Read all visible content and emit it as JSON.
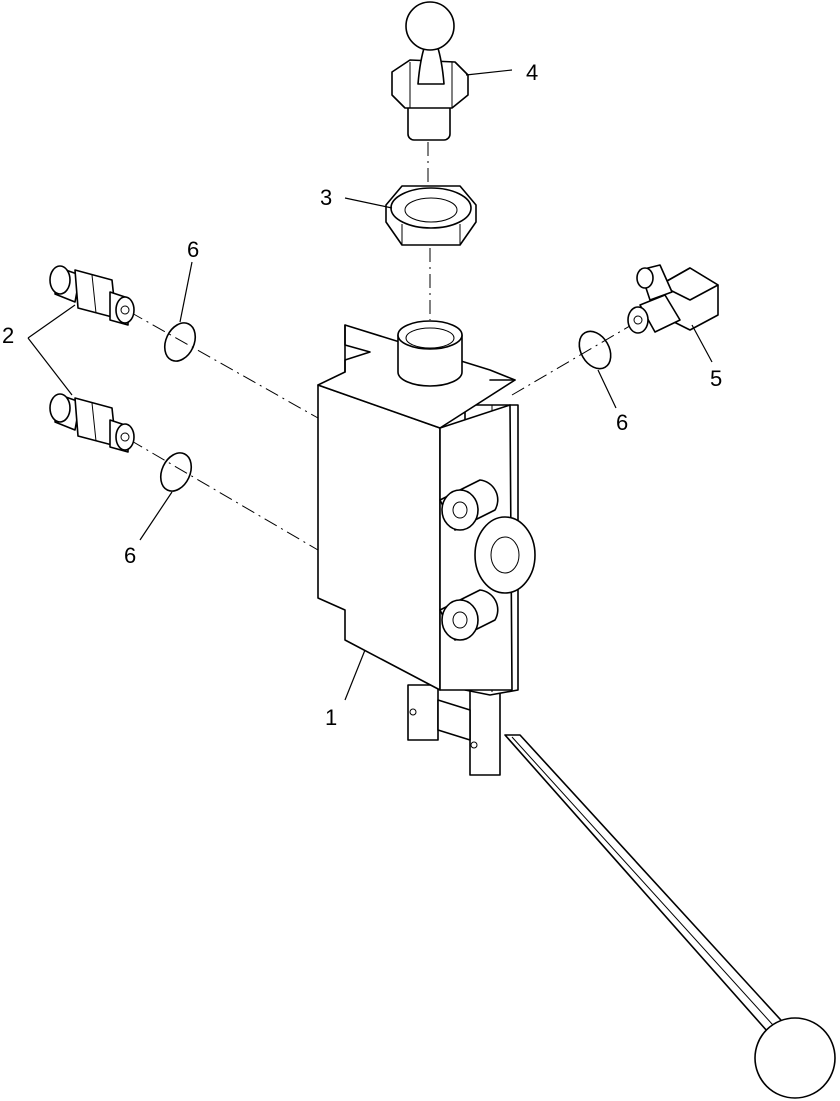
{
  "callouts": {
    "c1": "1",
    "c2": "2",
    "c3": "3",
    "c4": "4",
    "c5": "5",
    "c6a": "6",
    "c6b": "6",
    "c6c": "6"
  }
}
